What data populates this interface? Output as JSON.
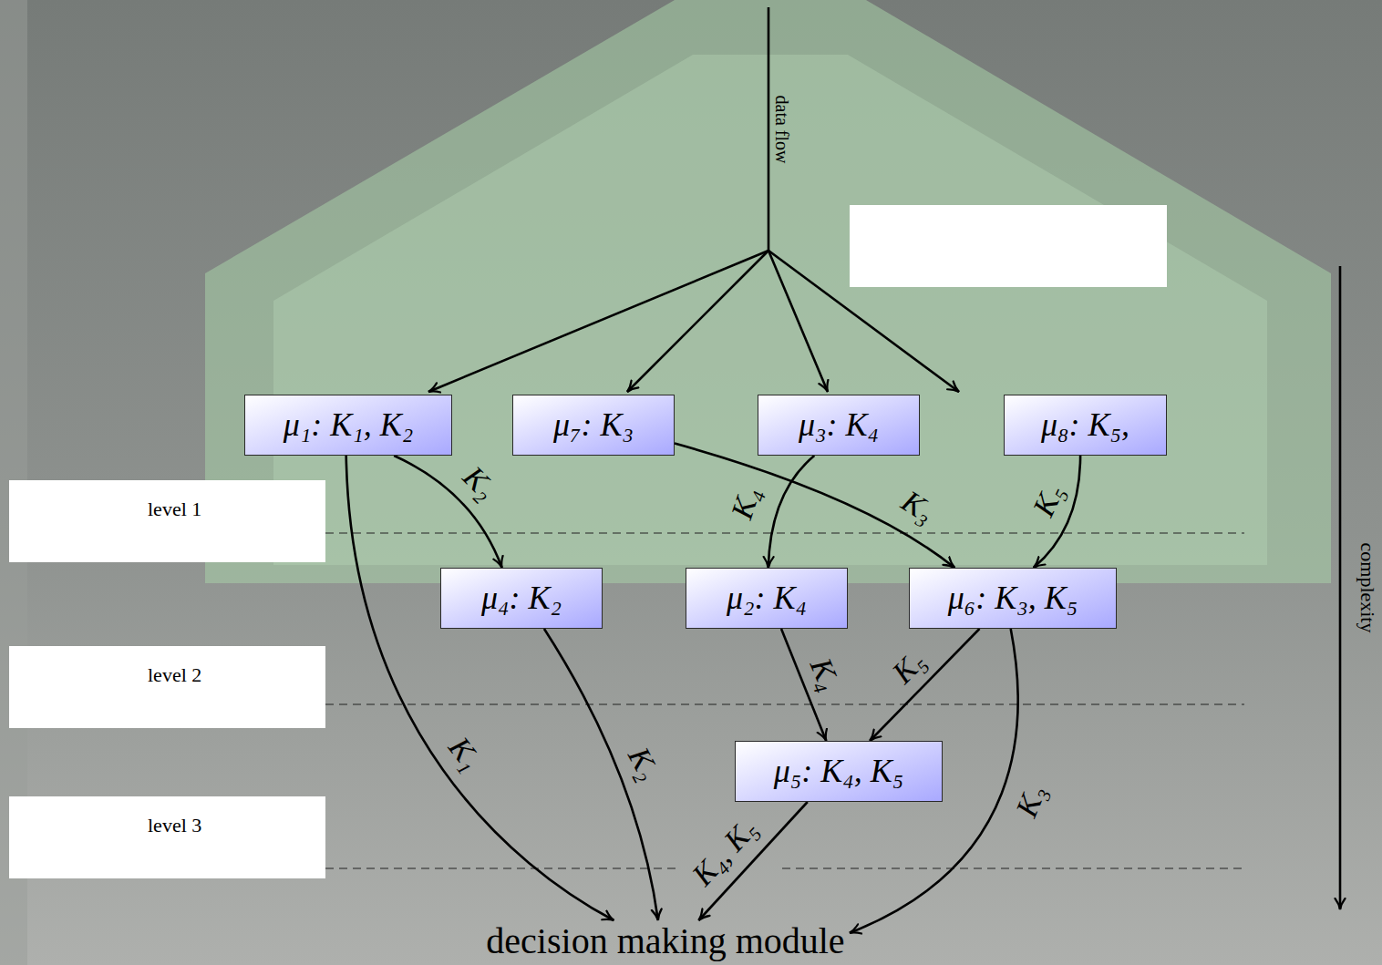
{
  "diagram": {
    "nodes": [
      {
        "text": [
          "μ₁: K₁, K₂"
        ]
      },
      {
        "text": [
          "μ₇: K₃"
        ]
      },
      {
        "text": [
          "μ₃: K₄"
        ]
      },
      {
        "text": [
          "μ₈: K₅,"
        ]
      },
      {
        "text": [
          "μ₄: K₂"
        ]
      },
      {
        "text": [
          "μ₂: K₄"
        ]
      },
      {
        "text": [
          "μ₆: K₃, K₅"
        ]
      },
      {
        "text": [
          "μ₅: K₄, K₅"
        ]
      },
      {
        "text": [
          "decision making module"
        ]
      },
      {
        "text": [
          "level 1"
        ]
      },
      {
        "text": [
          "level 2"
        ]
      },
      {
        "text": [
          "level 3"
        ]
      }
    ],
    "edges": [
      {
        "from": 0,
        "to": 4,
        "label": "K₂",
        "arrow": "to"
      },
      {
        "from": 0,
        "to": 8,
        "label": "K₁",
        "arrow": "to"
      },
      {
        "from": 1,
        "to": 6,
        "label": "K₃",
        "arrow": "to"
      },
      {
        "from": 2,
        "to": 5,
        "label": "K₄",
        "arrow": "to"
      },
      {
        "from": 3,
        "to": 6,
        "label": "K₅",
        "arrow": "to"
      },
      {
        "from": 4,
        "to": 8,
        "label": "K₂",
        "arrow": "to"
      },
      {
        "from": 5,
        "to": 7,
        "label": "K₄",
        "arrow": "to"
      },
      {
        "from": 6,
        "to": 7,
        "label": "K₅",
        "arrow": "to"
      },
      {
        "from": 6,
        "to": 8,
        "label": "K₃",
        "arrow": "to"
      },
      {
        "from": 7,
        "to": 8,
        "label": "K₄, K₅",
        "arrow": "to"
      }
    ],
    "labels": [
      "data flow",
      "complexity"
    ]
  }
}
